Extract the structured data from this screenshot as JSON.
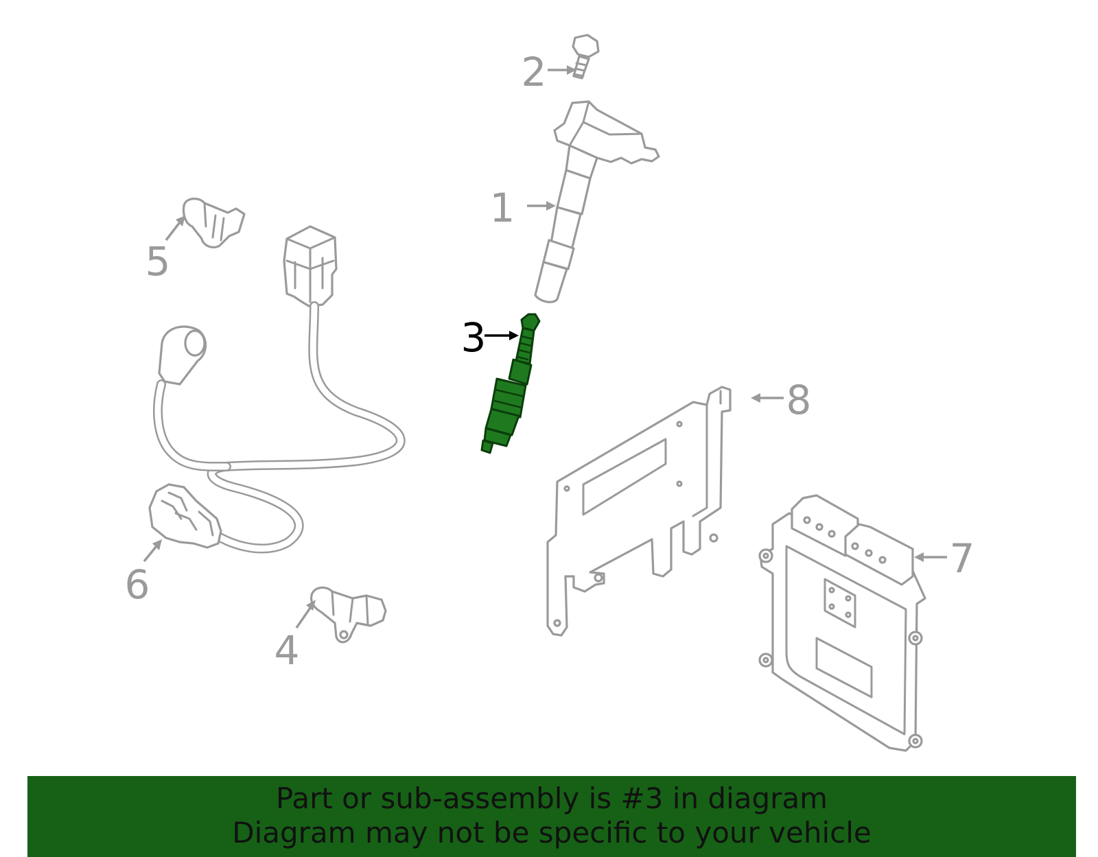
{
  "callouts": {
    "c1": "1",
    "c2": "2",
    "c3": "3",
    "c4": "4",
    "c5": "5",
    "c6": "6",
    "c7": "7",
    "c8": "8"
  },
  "highlight": {
    "part_number": "3",
    "color": "#1f7a1f"
  },
  "banner": {
    "line1": "Part or sub-assembly is #3 in diagram",
    "line2": "Diagram may not be specific to your vehicle",
    "background": "#166116"
  }
}
